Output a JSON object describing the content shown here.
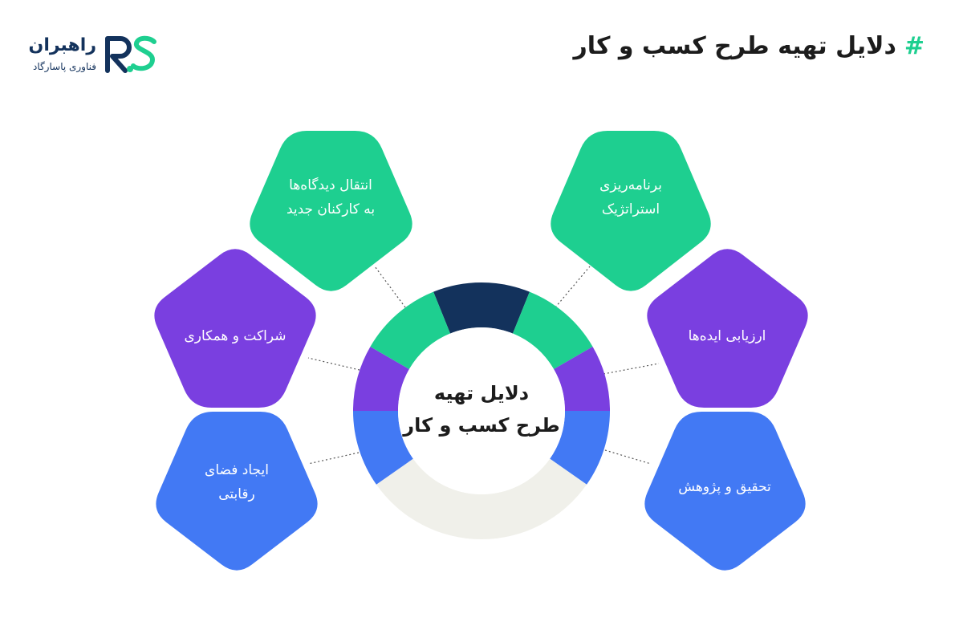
{
  "logo": {
    "name": "راهبران",
    "subtitle": "فناوری پاسارگاد",
    "mark": "RS",
    "colors": {
      "dark": "#13325c",
      "accent": "#1ecf90"
    }
  },
  "header": {
    "hash": "#",
    "title": "دلایل تهیه طرح کسب و کار"
  },
  "center": {
    "line1": "دلایل تهیه",
    "line2": "طرح کسب و کار"
  },
  "items": [
    {
      "id": "strategic-planning",
      "lines": [
        "برنامه‌ریزی",
        "استراتژیک"
      ],
      "color": "#1ecf90"
    },
    {
      "id": "idea-evaluation",
      "lines": [
        "ارزیابی ایده‌ها"
      ],
      "color": "#7a3fe0"
    },
    {
      "id": "research",
      "lines": [
        "تحقیق و پژوهش"
      ],
      "color": "#4279f4"
    },
    {
      "id": "transfer-views",
      "lines": [
        "انتقال دیدگاه‌ها",
        "به کارکنان جدید"
      ],
      "color": "#1ecf90"
    },
    {
      "id": "partnership",
      "lines": [
        "شراکت و همکاری"
      ],
      "color": "#7a3fe0"
    },
    {
      "id": "competitive-space",
      "lines": [
        "ایجاد فضای",
        "رقابتی"
      ],
      "color": "#4279f4"
    }
  ],
  "ring": {
    "colors": {
      "green": "#1ecf90",
      "purple": "#7a3fe0",
      "blue": "#4279f4",
      "navy": "#13325c",
      "grey": "#f0f0ea"
    }
  }
}
